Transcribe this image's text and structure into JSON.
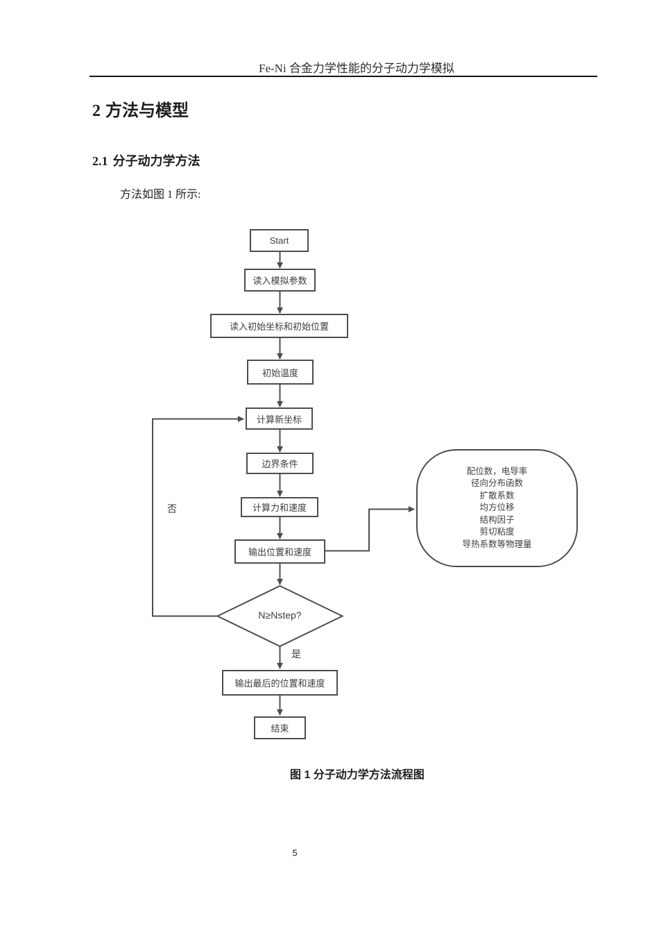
{
  "page": {
    "header_title": "Fe-Ni 合金力学性能的分子动力学模拟",
    "section_number": "2",
    "section_title": "方法与模型",
    "subsection_number": "2.1",
    "subsection_title": "分子动力学方法",
    "intro_text": "方法如图 1 所示:",
    "figure_caption": "图 1 分子动力学方法流程图",
    "page_number": "5"
  },
  "flowchart": {
    "nodes": {
      "start": "Start",
      "read_params": "读入模拟参数",
      "read_coords": "读入初始坐标和初始位置",
      "init_temp": "初始温度",
      "calc_new_coords": "计算新坐标",
      "boundary": "边界条件",
      "calc_force_velocity": "计算力和速度",
      "output_pos_velocity": "输出位置和速度",
      "decision": "N≥Nstep?",
      "yes_label": "是",
      "no_label": "否",
      "output_final": "输出最后的位置和速度",
      "end": "结束"
    },
    "stadium_lines": [
      "配位数，电导率",
      "径向分布函数",
      "扩散系数",
      "均方位移",
      "结构因子",
      "剪切粘度",
      "导热系数等物理量"
    ],
    "colors": {
      "line": "#4d4d4d",
      "text": "#3d3d3d",
      "rule": "#141414"
    }
  }
}
